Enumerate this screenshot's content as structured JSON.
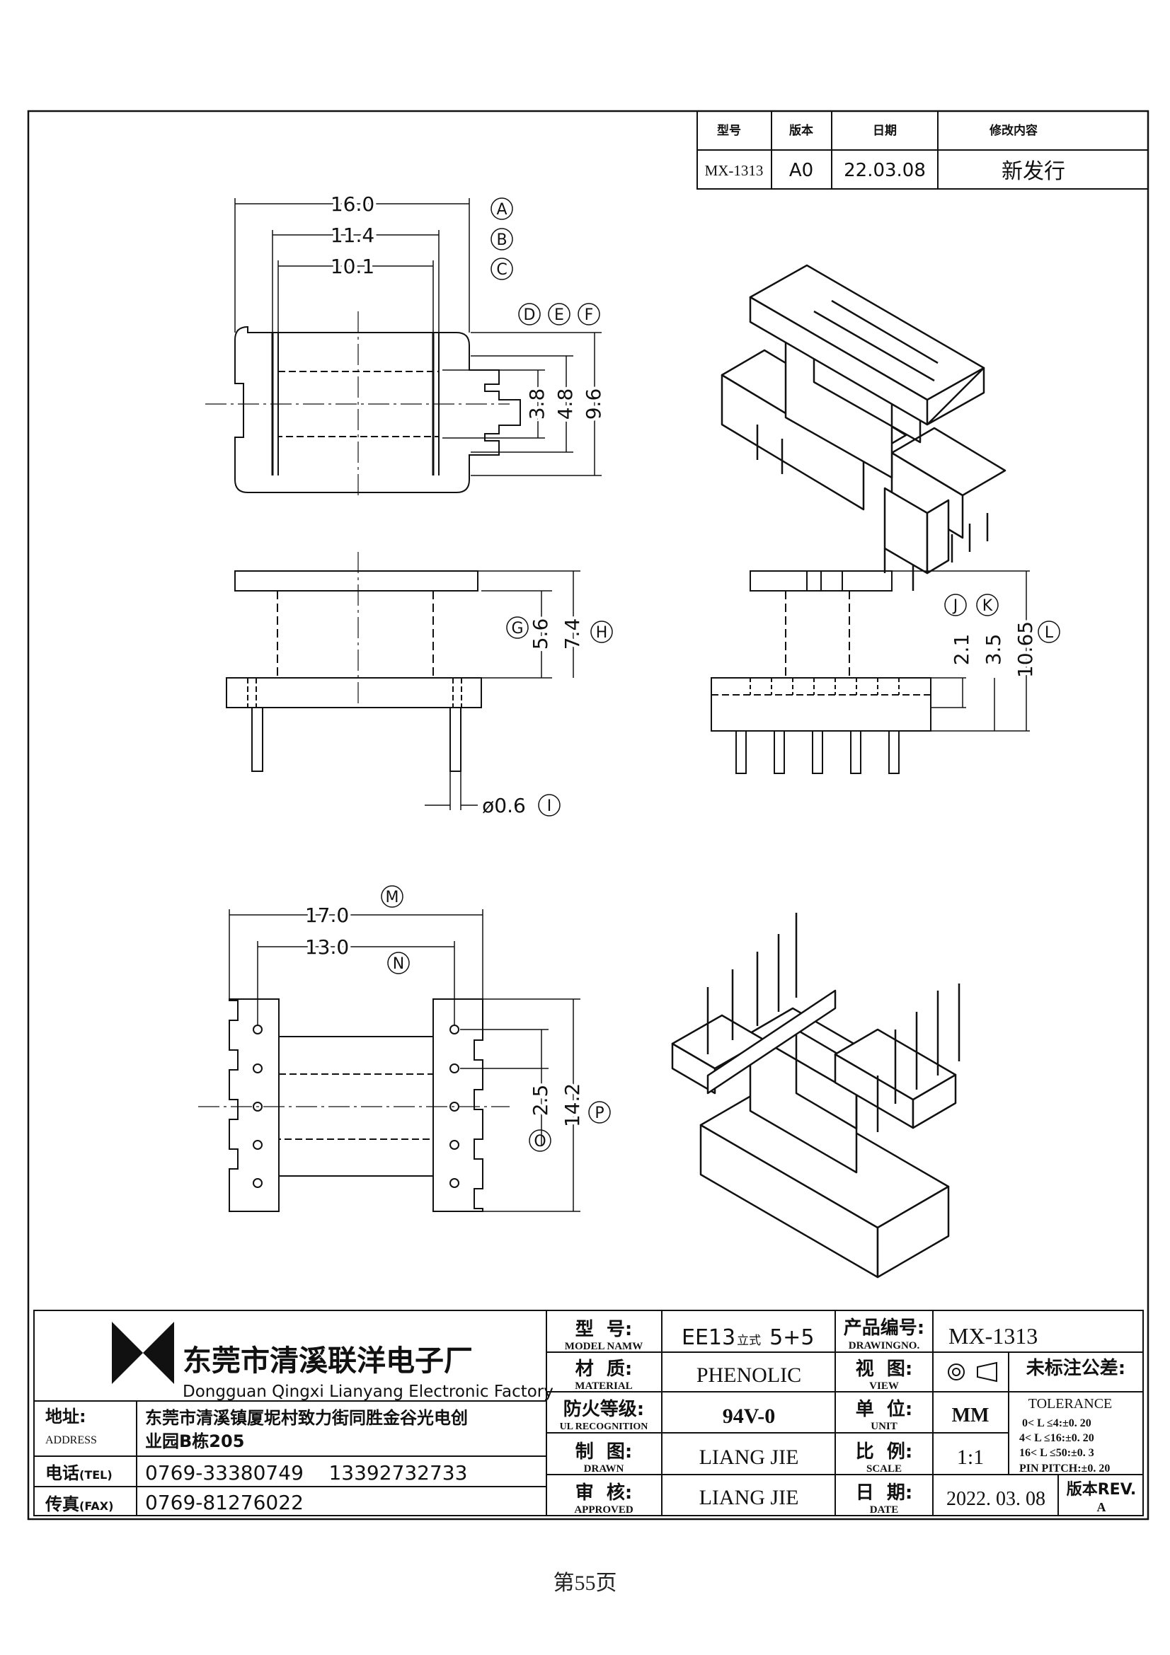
{
  "revision_table": {
    "headers": [
      "型号",
      "版本",
      "日期",
      "修改内容"
    ],
    "row": [
      "MX-1313",
      "A0",
      "22.03.08",
      "新发行"
    ]
  },
  "dimensions": {
    "top_view": [
      {
        "value": "16.0",
        "tag": "A"
      },
      {
        "value": "11.4",
        "tag": "B"
      },
      {
        "value": "10.1",
        "tag": "C"
      },
      {
        "value": "3.8",
        "tag": "D"
      },
      {
        "value": "4.8",
        "tag": "E"
      },
      {
        "value": "9.6",
        "tag": "F"
      }
    ],
    "front_view": [
      {
        "value": "5.6",
        "tag": "G"
      },
      {
        "value": "7.4",
        "tag": "H"
      },
      {
        "value": "ø0.6",
        "tag": "I"
      }
    ],
    "side_view": [
      {
        "value": "2.1",
        "tag": "J"
      },
      {
        "value": "3.5",
        "tag": "K"
      },
      {
        "value": "10.65",
        "tag": "L"
      }
    ],
    "bottom_view": [
      {
        "value": "17.0",
        "tag": "M"
      },
      {
        "value": "13.0",
        "tag": "N"
      },
      {
        "value": "2.5",
        "tag": "O"
      },
      {
        "value": "14.2",
        "tag": "P"
      }
    ]
  },
  "title_block": {
    "company_cn": "东莞市清溪联洋电子厂",
    "company_en": "Dongguan Qingxi Lianyang Electronic Factory",
    "address_label": "地址:",
    "address_label_en": "ADDRESS",
    "address_line1": "东莞市清溪镇厦坭村致力街同胜金谷光电创",
    "address_line2": "业园B栋205",
    "tel_label": "电话",
    "tel_label_en": "(TEL)",
    "tel_value": "0769-33380749    13392732733",
    "fax_label": "传真",
    "fax_label_en": "(FAX)",
    "fax_value": "0769-81276022",
    "model_label": "型  号:",
    "model_label_en": "MODEL NAMW",
    "model_value_a": "EE13",
    "model_value_b": "立式",
    "model_value_c": "5+5",
    "drawing_no_label": "产品编号:",
    "drawing_no_label_en": "DRAWINGNO.",
    "drawing_no_value": "MX-1313",
    "material_label": "材  质:",
    "material_label_en": "MATERIAL",
    "material_value": "PHENOLIC",
    "view_label": "视  图:",
    "view_label_en": "VIEW",
    "fire_label": "防火等级:",
    "fire_label_en": "UL RECOGNITION",
    "fire_value": "94V-0",
    "unit_label": "单  位:",
    "unit_label_en": "UNIT",
    "unit_value": "MM",
    "drawn_label": "制  图:",
    "drawn_label_en": "DRAWN",
    "drawn_value": "LIANG JIE",
    "scale_label": "比  例:",
    "scale_label_en": "SCALE",
    "scale_value": "1:1",
    "approved_label": "审  核:",
    "approved_label_en": "APPROVED",
    "approved_value": "LIANG JIE",
    "date_label": "日  期:",
    "date_label_en": "DATE",
    "date_value": "2022. 03. 08",
    "rev_label": "版本REV.",
    "rev_value": "A",
    "tolerance_title": "未标注公差:",
    "tolerance_title_en": "TOLERANCE",
    "tolerance_lines": [
      "0< L ≤4:±0. 20",
      "4< L ≤16:±0. 20",
      "16< L ≤50:±0. 3",
      "PIN PITCH:±0. 20"
    ]
  },
  "footer": {
    "page_label": "第55页"
  }
}
